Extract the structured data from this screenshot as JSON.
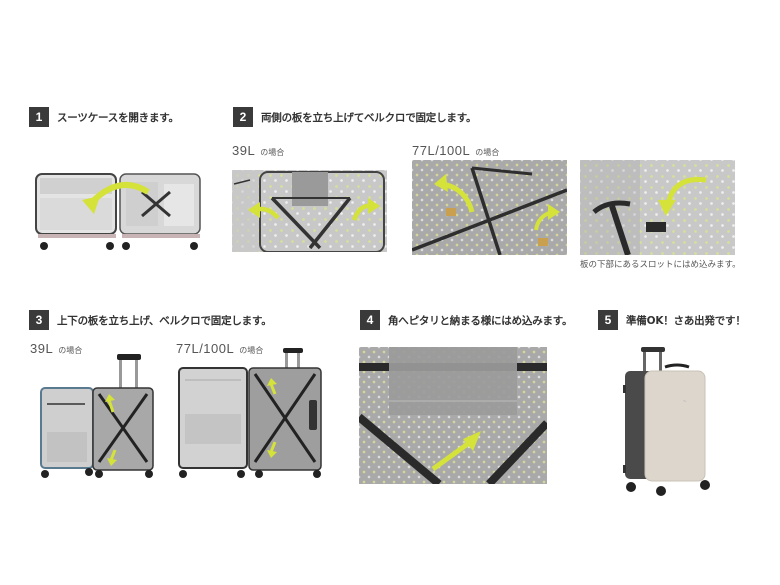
{
  "steps": [
    {
      "number": "1",
      "text": "スーツケースを開きます。"
    },
    {
      "number": "2",
      "text": "両側の板を立ち上げてベルクロで固定します。"
    },
    {
      "number": "3",
      "text": "上下の板を立ち上げ、ベルクロで固定します。"
    },
    {
      "number": "4",
      "text": "角へピタリと納まる様にはめ込みます。"
    },
    {
      "number": "5",
      "text": "準備OK！さあ出発です！"
    }
  ],
  "size_labels": {
    "small": "39L",
    "large": "77L/100L",
    "suffix": "の場合"
  },
  "captions": {
    "slot_note": "板の下部にあるスロットにはめ込みます。"
  },
  "colors": {
    "badge": "#3a3a3a",
    "arrow": "#d4e23a",
    "fabric": "#a9a9a9",
    "strap": "#2e2e2e",
    "shell_beige": "#ddd6cd",
    "shell_dark": "#4a4a4a"
  },
  "icons": {
    "arrow": "curved-arrow-icon"
  }
}
